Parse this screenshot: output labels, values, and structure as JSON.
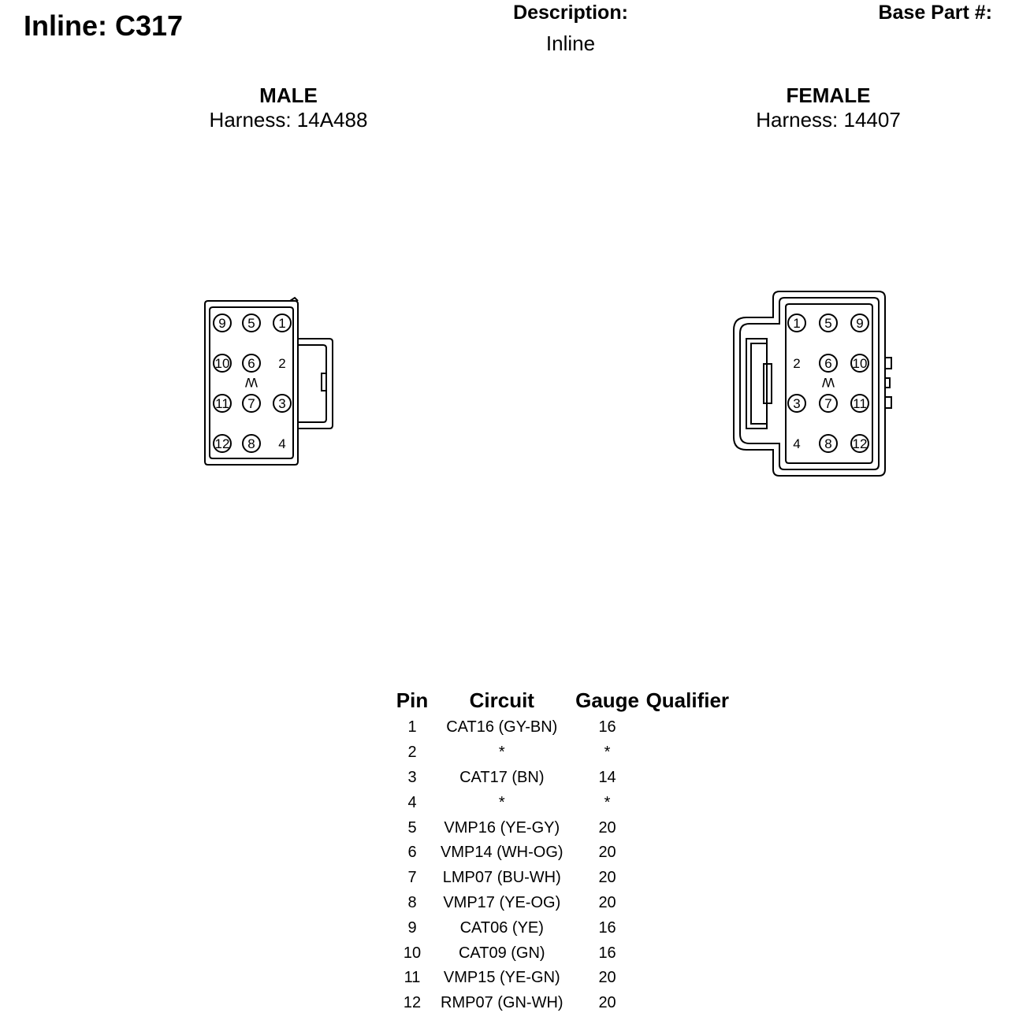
{
  "header": {
    "title": "Inline: C317",
    "description_label": "Description:",
    "description_value": "Inline",
    "base_part_label": "Base Part #:"
  },
  "male": {
    "label": "MALE",
    "harness": "Harness: 14A488",
    "pins": [
      {
        "label": "9",
        "circled": true
      },
      {
        "label": "5",
        "circled": true
      },
      {
        "label": "1",
        "circled": true
      },
      {
        "label": "10",
        "circled": true
      },
      {
        "label": "6",
        "circled": true
      },
      {
        "label": "2",
        "circled": false
      },
      {
        "label": "11",
        "circled": true
      },
      {
        "label": "7",
        "circled": true
      },
      {
        "label": "3",
        "circled": true
      },
      {
        "label": "12",
        "circled": true
      },
      {
        "label": "8",
        "circled": true
      },
      {
        "label": "4",
        "circled": false
      }
    ],
    "key_letter": "W"
  },
  "female": {
    "label": "FEMALE",
    "harness": "Harness: 14407",
    "pins": [
      {
        "label": "1",
        "circled": true
      },
      {
        "label": "5",
        "circled": true
      },
      {
        "label": "9",
        "circled": true
      },
      {
        "label": "2",
        "circled": false
      },
      {
        "label": "6",
        "circled": true
      },
      {
        "label": "10",
        "circled": true
      },
      {
        "label": "3",
        "circled": true
      },
      {
        "label": "7",
        "circled": true
      },
      {
        "label": "11",
        "circled": true
      },
      {
        "label": "4",
        "circled": false
      },
      {
        "label": "8",
        "circled": true
      },
      {
        "label": "12",
        "circled": true
      }
    ],
    "key_letter": "W"
  },
  "table": {
    "headers": {
      "pin": "Pin",
      "circuit": "Circuit",
      "gauge": "Gauge",
      "qualifier": "Qualifier"
    },
    "rows": [
      {
        "pin": "1",
        "circuit": "CAT16 (GY-BN)",
        "gauge": "16",
        "qualifier": ""
      },
      {
        "pin": "2",
        "circuit": "*",
        "gauge": "*",
        "qualifier": ""
      },
      {
        "pin": "3",
        "circuit": "CAT17 (BN)",
        "gauge": "14",
        "qualifier": ""
      },
      {
        "pin": "4",
        "circuit": "*",
        "gauge": "*",
        "qualifier": ""
      },
      {
        "pin": "5",
        "circuit": "VMP16 (YE-GY)",
        "gauge": "20",
        "qualifier": ""
      },
      {
        "pin": "6",
        "circuit": "VMP14 (WH-OG)",
        "gauge": "20",
        "qualifier": ""
      },
      {
        "pin": "7",
        "circuit": "LMP07 (BU-WH)",
        "gauge": "20",
        "qualifier": ""
      },
      {
        "pin": "8",
        "circuit": "VMP17 (YE-OG)",
        "gauge": "20",
        "qualifier": ""
      },
      {
        "pin": "9",
        "circuit": "CAT06 (YE)",
        "gauge": "16",
        "qualifier": ""
      },
      {
        "pin": "10",
        "circuit": "CAT09 (GN)",
        "gauge": "16",
        "qualifier": ""
      },
      {
        "pin": "11",
        "circuit": "VMP15 (YE-GN)",
        "gauge": "20",
        "qualifier": ""
      },
      {
        "pin": "12",
        "circuit": "RMP07 (GN-WH)",
        "gauge": "20",
        "qualifier": ""
      }
    ]
  }
}
